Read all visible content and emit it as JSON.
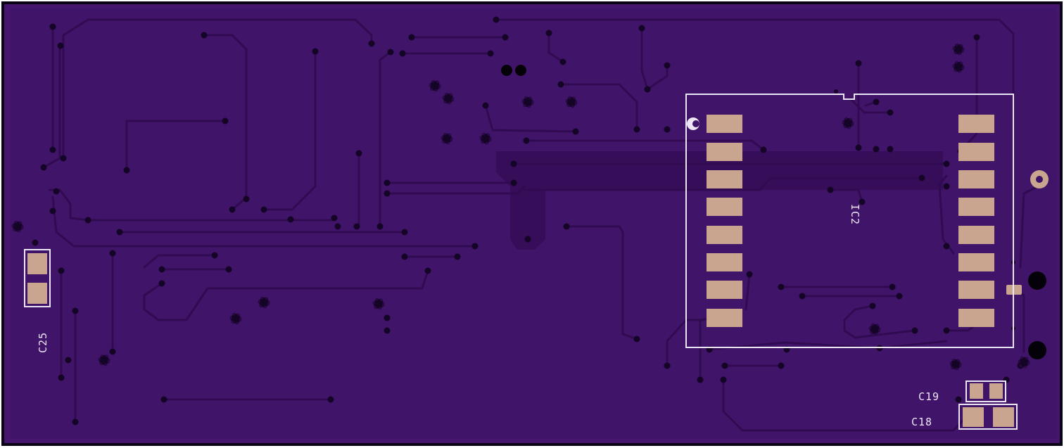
{
  "board": {
    "colors": {
      "substrate": "#46166f",
      "copper_pour": "#3f1265",
      "trace": "#330c55",
      "silkscreen": "#ece6f4",
      "pad": "#c9a48f",
      "via": "#1a0630",
      "outline": "#0a0314"
    }
  },
  "components": [
    {
      "id": "ic2",
      "designator": "IC2",
      "type": "SOIC-16"
    },
    {
      "id": "c25",
      "designator": "C25",
      "type": "0805"
    },
    {
      "id": "c19",
      "designator": "C19",
      "type": "0603"
    },
    {
      "id": "c18",
      "designator": "C18",
      "type": "1206"
    }
  ]
}
